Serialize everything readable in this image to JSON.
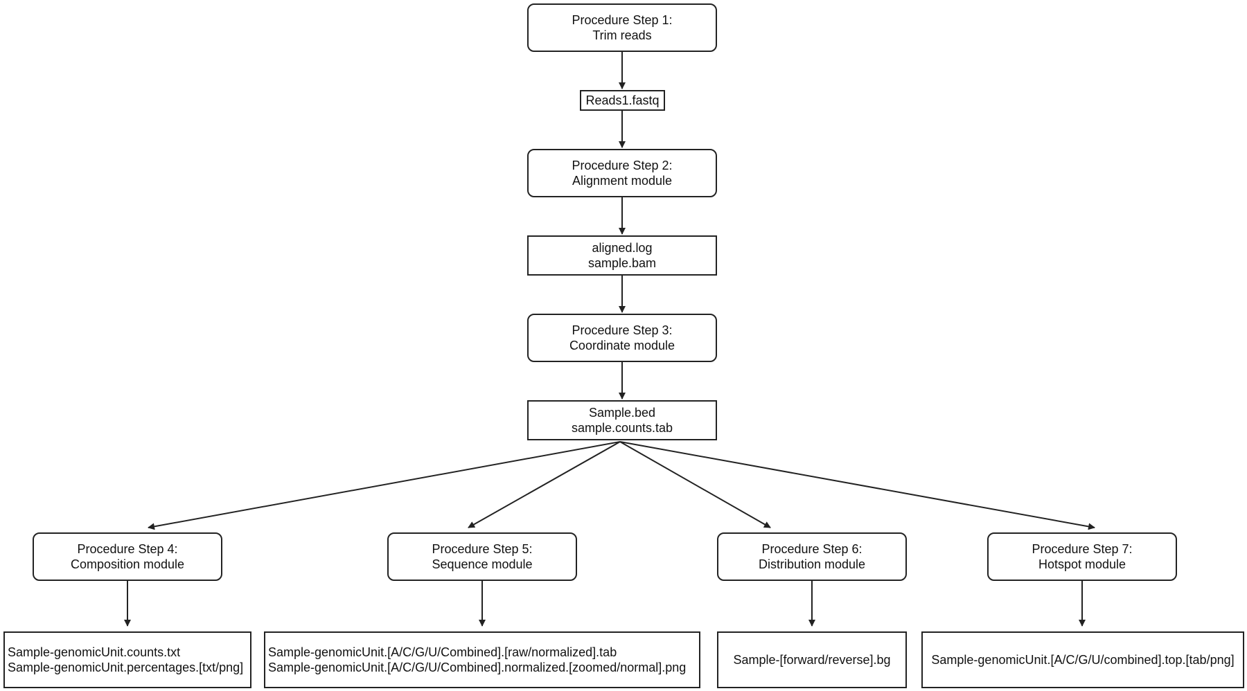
{
  "diagram": {
    "step1": {
      "line1": "Procedure Step 1:",
      "line2": "Trim reads"
    },
    "reads_file": {
      "line1": "Reads1.fastq"
    },
    "step2": {
      "line1": "Procedure Step 2:",
      "line2": "Alignment module"
    },
    "aligned_files": {
      "line1": "aligned.log",
      "line2": "sample.bam"
    },
    "step3": {
      "line1": "Procedure Step 3:",
      "line2": "Coordinate module"
    },
    "bed_files": {
      "line1": "Sample.bed",
      "line2": "sample.counts.tab"
    },
    "step4": {
      "line1": "Procedure Step 4:",
      "line2": "Composition module"
    },
    "step5": {
      "line1": "Procedure Step 5:",
      "line2": "Sequence module"
    },
    "step6": {
      "line1": "Procedure Step 6:",
      "line2": "Distribution module"
    },
    "step7": {
      "line1": "Procedure Step 7:",
      "line2": "Hotspot module"
    },
    "composition_outputs": {
      "line1": "Sample-genomicUnit.counts.txt",
      "line2": "Sample-genomicUnit.percentages.[txt/png]"
    },
    "sequence_outputs": {
      "line1": "Sample-genomicUnit.[A/C/G/U/Combined].[raw/normalized].tab",
      "line2": "Sample-genomicUnit.[A/C/G/U/Combined].normalized.[zoomed/normal].png"
    },
    "distribution_outputs": {
      "line1": "Sample-[forward/reverse].bg"
    },
    "hotspot_outputs": {
      "line1": "Sample-genomicUnit.[A/C/G/U/combined].top.[tab/png]"
    }
  }
}
